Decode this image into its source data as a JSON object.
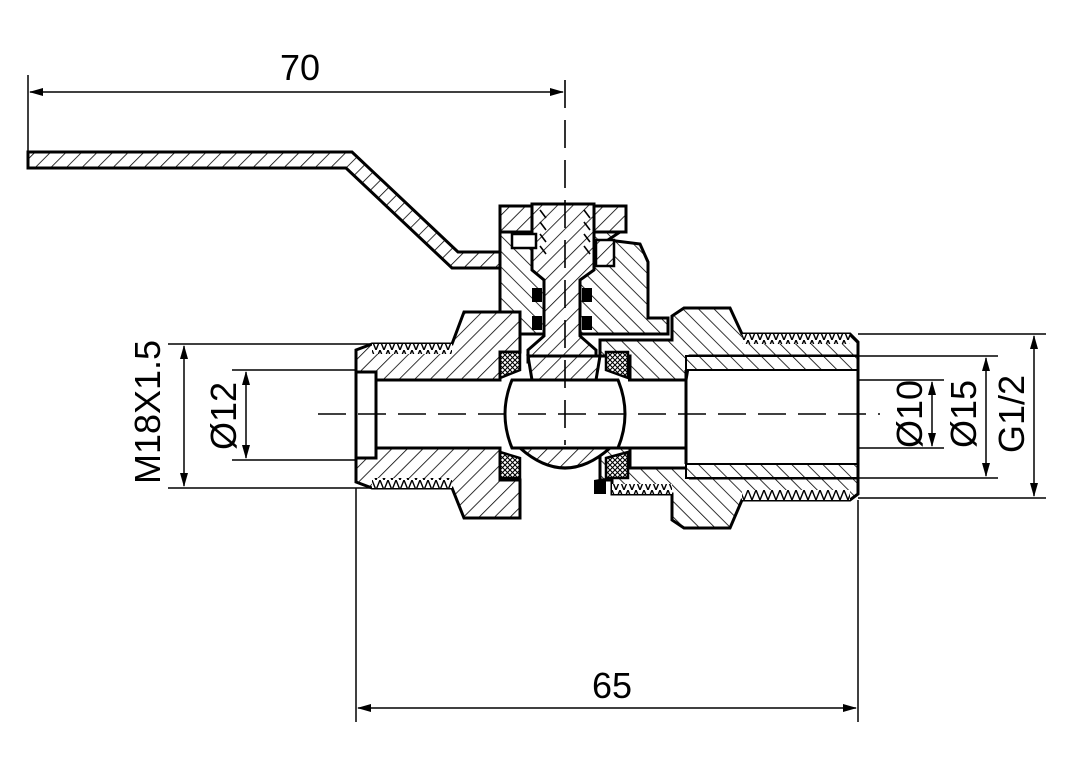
{
  "dimensions": {
    "handle_length": "70",
    "overall_length": "65",
    "thread_left": "M18X1.5",
    "bore_left": "Ø12",
    "bore_ball": "Ø10",
    "bore_right": "Ø15",
    "thread_right": "G1/2"
  },
  "colors": {
    "line": "#000000",
    "background": "#ffffff"
  }
}
